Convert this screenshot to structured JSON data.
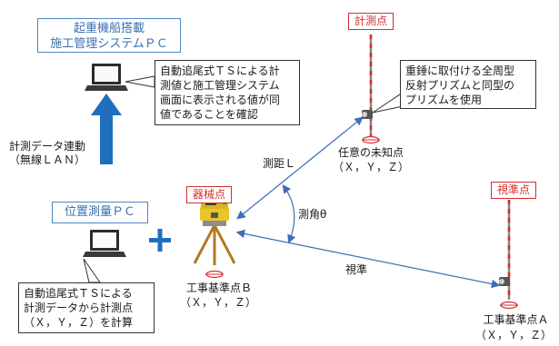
{
  "pc_top": {
    "line1": "起重機船搭載",
    "line2": "施工管理システムＰＣ"
  },
  "callout_top": {
    "line1": "自動追尾式ＴＳによる計",
    "line2": "測値と施工管理システム",
    "line3": "画面に表示される値が同",
    "line4": "値であることを確認"
  },
  "data_link": {
    "line1": "計測データ連動",
    "line2": "（無線ＬＡＮ）"
  },
  "pc_bottom": {
    "label": "位置測量ＰＣ"
  },
  "plus": "+",
  "callout_bottom": {
    "line1": "自動追尾式ＴＳによる",
    "line2": "計測データから計測点",
    "line3": "（Ｘ，Ｙ，Ｚ）を計算"
  },
  "instrument": {
    "tag": "器械点",
    "name": "工事基準点Ｂ",
    "coords": "（Ｘ，Ｙ，Ｚ）"
  },
  "measure_point": {
    "tag": "計測点",
    "name": "任意の未知点",
    "coords": "（Ｘ，Ｙ，Ｚ）"
  },
  "callout_prism": {
    "line1": "重錘に取付ける全周型",
    "line2": "反射プリズムと同型の",
    "line3": "プリズムを使用"
  },
  "sight_point": {
    "tag": "視準点",
    "name": "工事基準点Ａ",
    "coords": "（Ｘ，Ｙ，Ｚ）"
  },
  "distance_label": "測距Ｌ",
  "angle_label": "測角θ",
  "sight_label": "視準",
  "colors": {
    "blue_arrow": "#1f6fbf",
    "red": "#d62d2d",
    "box_blue": "#4f86c6",
    "line_blue": "#3f6fb5"
  }
}
